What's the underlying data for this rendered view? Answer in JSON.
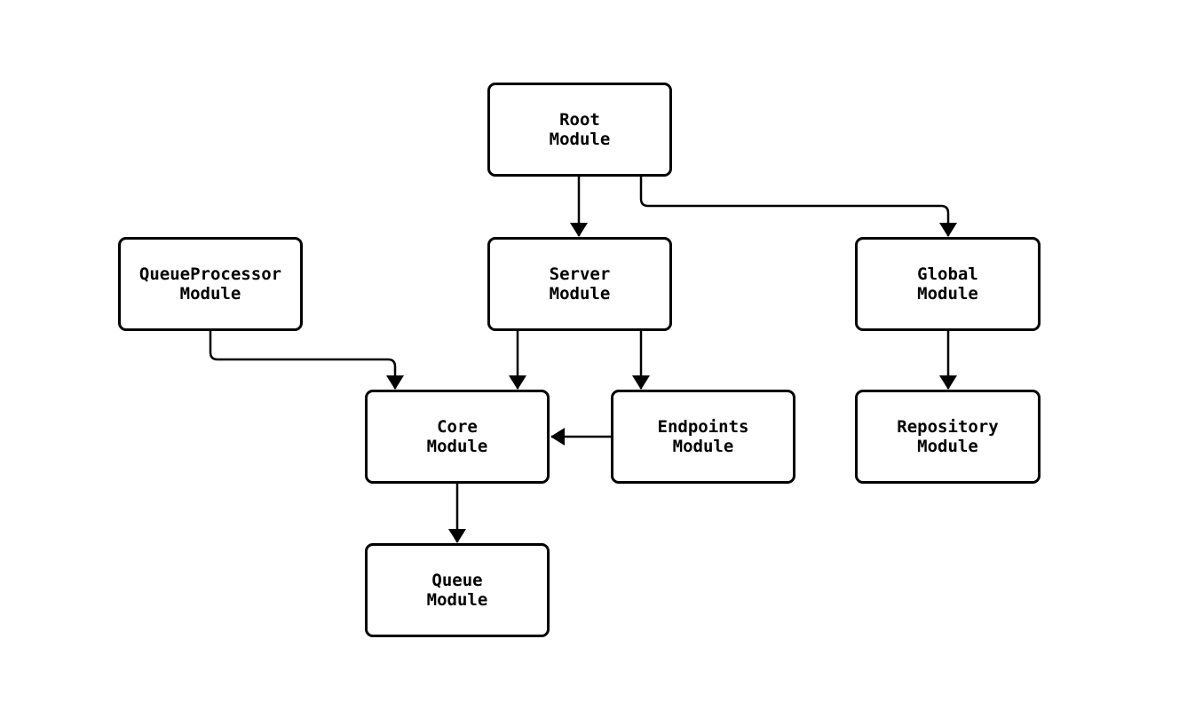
{
  "diagram": {
    "type": "module-dependency-diagram",
    "colors": {
      "background": "#ffffff",
      "stroke": "#000000",
      "node_fill": "#ffffff",
      "text": "#000000"
    },
    "nodes": [
      {
        "id": "root",
        "lines": [
          "Root",
          "Module"
        ]
      },
      {
        "id": "queueprocessor",
        "lines": [
          "QueueProcessor",
          "Module"
        ]
      },
      {
        "id": "server",
        "lines": [
          "Server",
          "Module"
        ]
      },
      {
        "id": "global",
        "lines": [
          "Global",
          "Module"
        ]
      },
      {
        "id": "core",
        "lines": [
          "Core",
          "Module"
        ]
      },
      {
        "id": "endpoints",
        "lines": [
          "Endpoints",
          "Module"
        ]
      },
      {
        "id": "repository",
        "lines": [
          "Repository",
          "Module"
        ]
      },
      {
        "id": "queue",
        "lines": [
          "Queue",
          "Module"
        ]
      }
    ],
    "edges": [
      {
        "from": "Root Module",
        "to": "Server Module"
      },
      {
        "from": "Root Module",
        "to": "Global Module"
      },
      {
        "from": "QueueProcessor Module",
        "to": "Core Module"
      },
      {
        "from": "Server Module",
        "to": "Core Module"
      },
      {
        "from": "Server Module",
        "to": "Endpoints Module"
      },
      {
        "from": "Endpoints Module",
        "to": "Core Module"
      },
      {
        "from": "Global Module",
        "to": "Repository Module"
      },
      {
        "from": "Core Module",
        "to": "Queue Module"
      }
    ]
  }
}
